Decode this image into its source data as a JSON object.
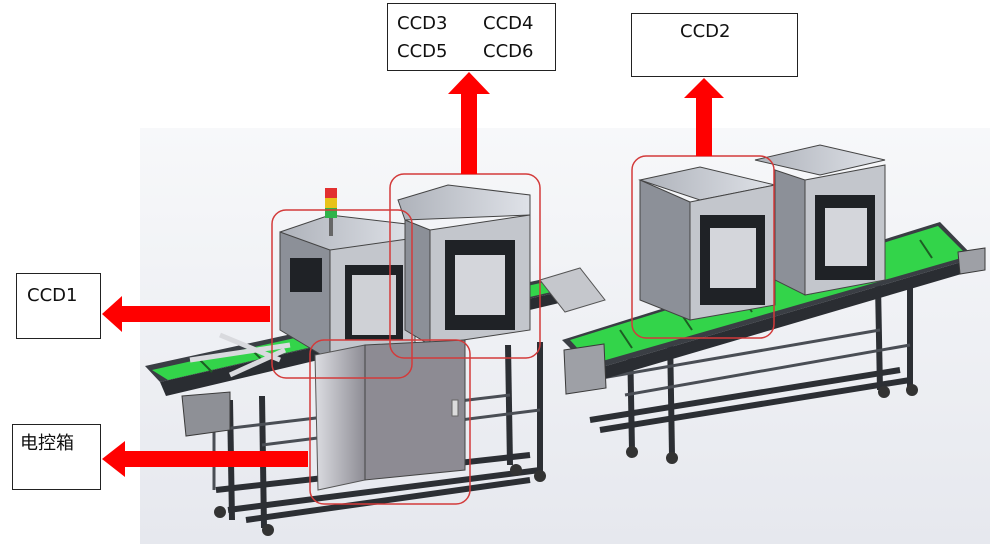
{
  "callouts": {
    "top_group": {
      "items": [
        "CCD3",
        "CCD4",
        "CCD5",
        "CCD6"
      ]
    },
    "ccd2": {
      "label": "CCD2"
    },
    "ccd1": {
      "label": "CCD1"
    },
    "control_box": {
      "label": "电控箱"
    }
  },
  "colors": {
    "arrow": "#ff0000",
    "highlight_outline": "#d33a3a",
    "conveyor_belt": "#33d44a",
    "frame": "#3b3f45",
    "housing": "#c9ccd2",
    "window": "#1f2226",
    "background_panel": "#eef0f4"
  }
}
